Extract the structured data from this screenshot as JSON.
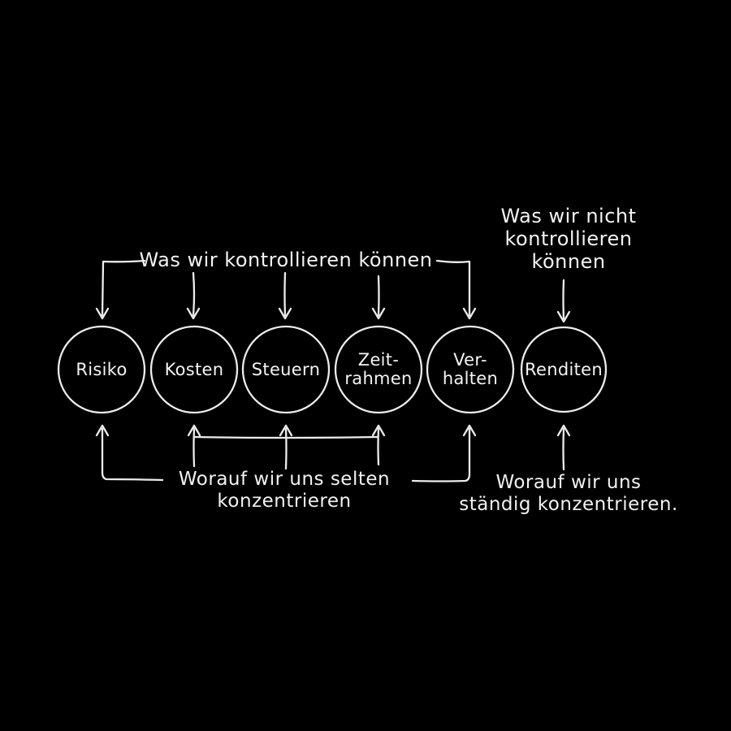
{
  "colors": {
    "background": "#000000",
    "ink": "#f2f2f2"
  },
  "top_labels": {
    "controllable": "Was wir kontrollieren können",
    "uncontrollable": {
      "line1": "Was wir nicht",
      "line2": "kontrollieren",
      "line3": "können"
    }
  },
  "circles": [
    {
      "line1": "Risiko"
    },
    {
      "line1": "Kosten"
    },
    {
      "line1": "Steuern"
    },
    {
      "line1": "Zeit-",
      "line2": "rahmen"
    },
    {
      "line1": "Ver-",
      "line2": "halten"
    },
    {
      "line1": "Renditen"
    }
  ],
  "bottom_labels": {
    "rarely": {
      "line1": "Worauf wir uns selten",
      "line2": "konzentrieren"
    },
    "constantly": {
      "line1": "Worauf wir uns",
      "line2": "ständig konzentrieren."
    }
  }
}
